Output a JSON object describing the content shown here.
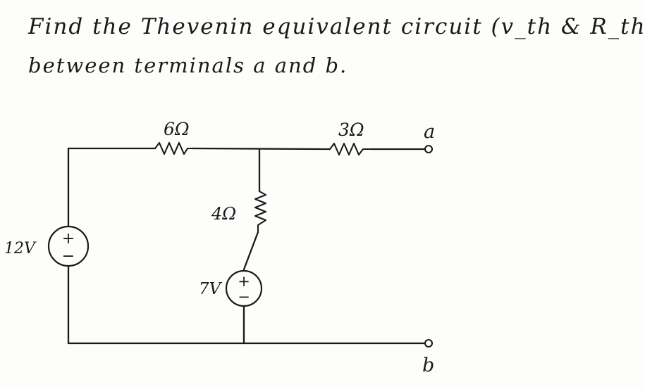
{
  "problem": {
    "line1": "Find the Thevenin equivalent circuit (v_th & R_th)",
    "line2": "between terminals a and b."
  },
  "circuit": {
    "resistor_top_left": "6Ω",
    "resistor_top_right": "3Ω",
    "resistor_middle": "4Ω",
    "source_left": "12V",
    "source_middle": "7V",
    "terminal_a": "a",
    "terminal_b": "b",
    "polarity_plus": "+",
    "polarity_minus": "−"
  }
}
